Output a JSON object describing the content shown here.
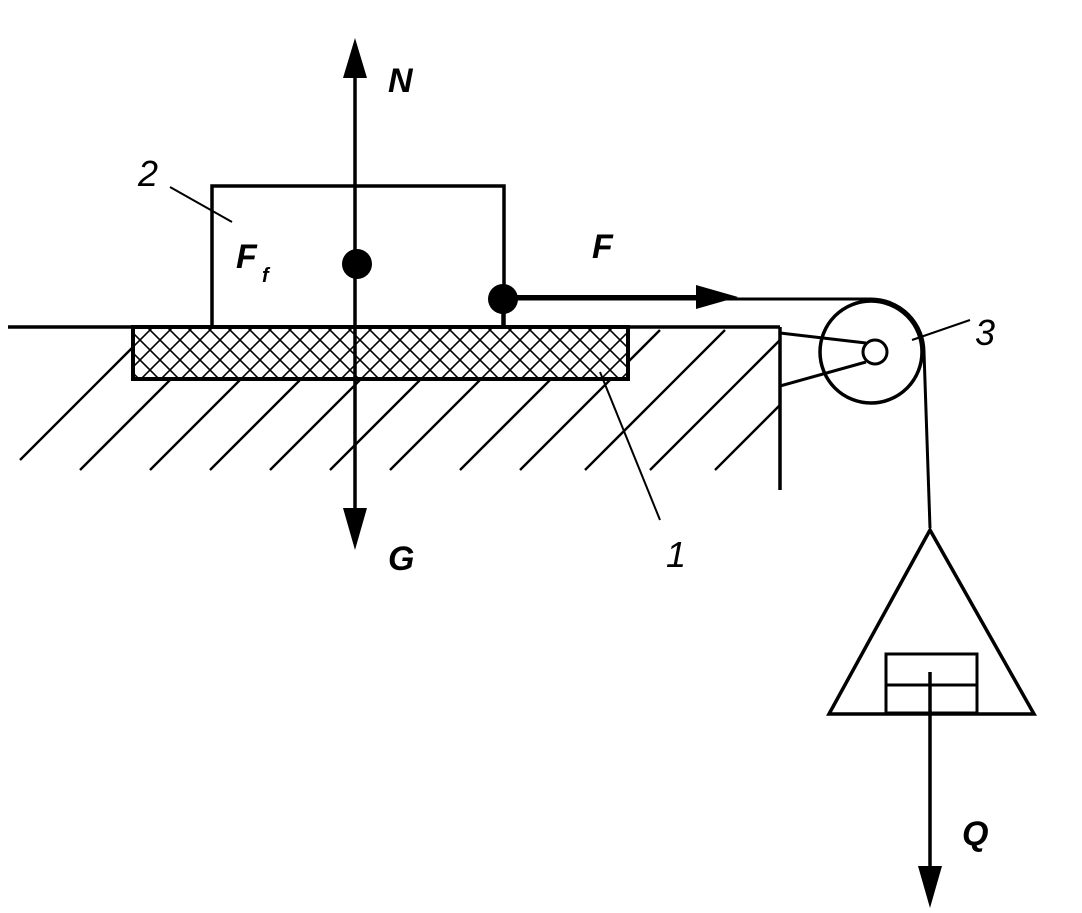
{
  "diagram": {
    "labels": {
      "normal_force": "N",
      "gravity": "G",
      "pull_force": "F",
      "friction_main": "F",
      "friction_sub": "f",
      "load": "Q",
      "part_1": "1",
      "part_2": "2",
      "part_3": "3"
    }
  }
}
